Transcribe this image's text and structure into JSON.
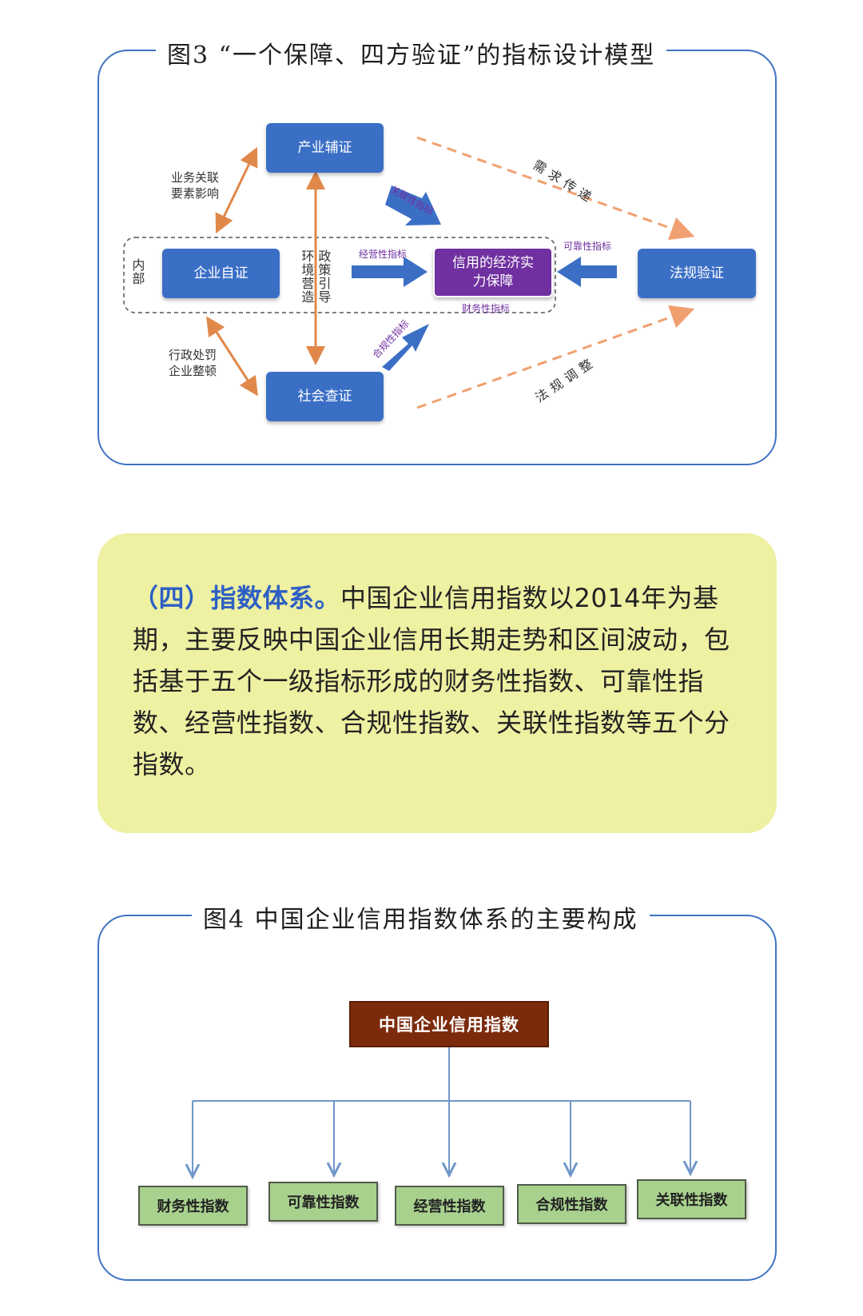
{
  "figure3": {
    "title": "图3 “一个保障、四方验证”的指标设计模型",
    "nodes": {
      "industry": "产业辅证",
      "self": "企业自证",
      "social": "社会查证",
      "legal": "法规验证",
      "center": "信用的经济实力保障"
    },
    "labels": {
      "internal": "内部",
      "business": "业务关联\n要素影响",
      "admin": "行政处罚\n企业整顿",
      "policy": "政策引导",
      "env": "环境营造",
      "operating": "经营性指标",
      "related": "关联性指标",
      "reliable": "可靠性指标",
      "financial": "财务性指标",
      "compliance": "合规性指标",
      "demand": "需求传递",
      "law_adjust": "法规调整"
    },
    "colors": {
      "box": "#3b6fc6",
      "center": "#7030a0",
      "arrow": "#3b6fc6",
      "dashed": "#f0a070",
      "orange": "#e0884a"
    }
  },
  "section4": {
    "heading": "（四）指数体系。",
    "body": "中国企业信用指数以2014年为基期，主要反映中国企业信用长期走势和区间波动，包括基于五个一级指标形成的财务性指数、可靠性指数、经营性指数、合规性指数、关联性指数等五个分指数。"
  },
  "figure4": {
    "title": "图4 中国企业信用指数体系的主要构成",
    "root": "中国企业信用指数",
    "children": [
      "财务性指数",
      "可靠性指数",
      "经营性指数",
      "合规性指数",
      "关联性指数"
    ]
  }
}
